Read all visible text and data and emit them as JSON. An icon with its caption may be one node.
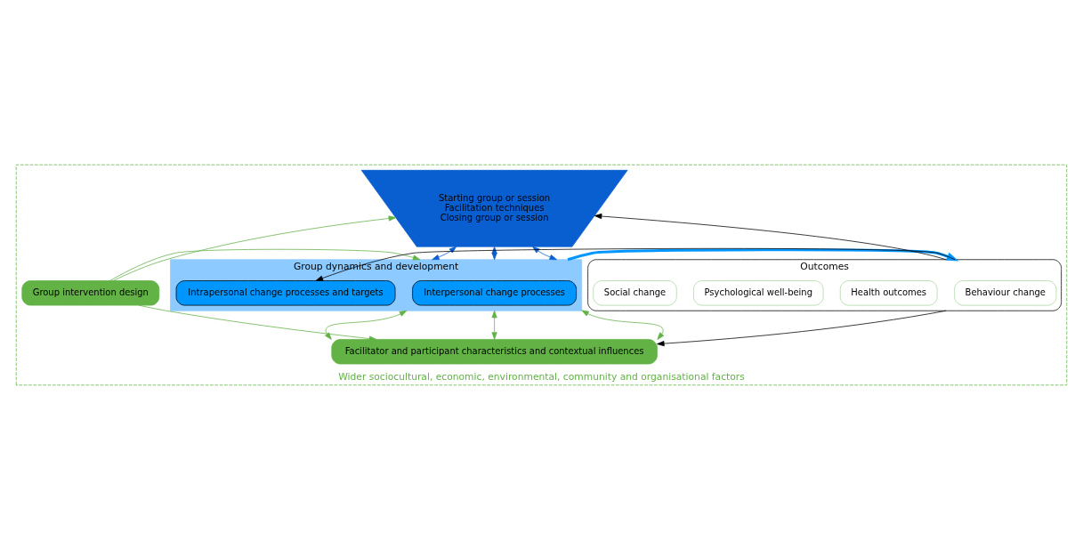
{
  "diagram": {
    "nodes": [
      {
        "text": [
          "Wider sociocultural, economic, environmental, community and organisational factors"
        ]
      },
      {
        "text": [
          "Group intervention design"
        ],
        "in": 0
      },
      {
        "text": [
          "Starting group or session",
          "Facilitation techniques",
          "Closing group or session"
        ],
        "in": 0
      },
      {
        "text": [
          "Group dynamics and development"
        ],
        "in": 0
      },
      {
        "text": [
          "Interpersonal change processes"
        ],
        "in": 3
      },
      {
        "text": [
          "Intrapersonal change processes and targets"
        ],
        "in": 3
      },
      {
        "text": [
          "Facilitator and participant characteristics and contextual influences"
        ],
        "in": 0
      },
      {
        "text": [
          "Outcomes"
        ],
        "in": 0
      },
      {
        "text": [
          "Behaviour change"
        ],
        "in": 7
      },
      {
        "text": [
          "Health outcomes"
        ],
        "in": 7
      },
      {
        "text": [
          "Psychological well-being"
        ],
        "in": 7
      },
      {
        "text": [
          "Social change"
        ],
        "in": 7
      }
    ],
    "edges": [
      {
        "from": 1,
        "to": 2,
        "arrow": "to",
        "color": "#62b246"
      },
      {
        "from": 1,
        "to": 3,
        "arrow": "to",
        "color": "#62b246"
      },
      {
        "from": 1,
        "to": 6,
        "arrow": "to",
        "color": "#62b246"
      },
      {
        "from": 2,
        "to": 3,
        "arrow": "both",
        "color": "#0a5fd0"
      },
      {
        "from": 2,
        "to": 3,
        "arrow": "both",
        "color": "#0a5fd0"
      },
      {
        "from": 2,
        "to": 3,
        "arrow": "both",
        "color": "#0a5fd0"
      },
      {
        "from": 3,
        "to": 6,
        "arrow": "both",
        "color": "#62b246"
      },
      {
        "from": 3,
        "to": 6,
        "arrow": "both",
        "color": "#62b246"
      },
      {
        "from": 3,
        "to": 6,
        "arrow": "both",
        "color": "#62b246"
      },
      {
        "from": 3,
        "to": 7,
        "arrow": "to",
        "style": "thick",
        "color": "#0096ff"
      },
      {
        "from": 7,
        "to": 2,
        "arrow": "to",
        "color": "#000000"
      },
      {
        "from": 7,
        "to": 5,
        "arrow": "to",
        "color": "#000000"
      },
      {
        "from": 7,
        "to": 6,
        "arrow": "to",
        "color": "#000000"
      }
    ]
  }
}
